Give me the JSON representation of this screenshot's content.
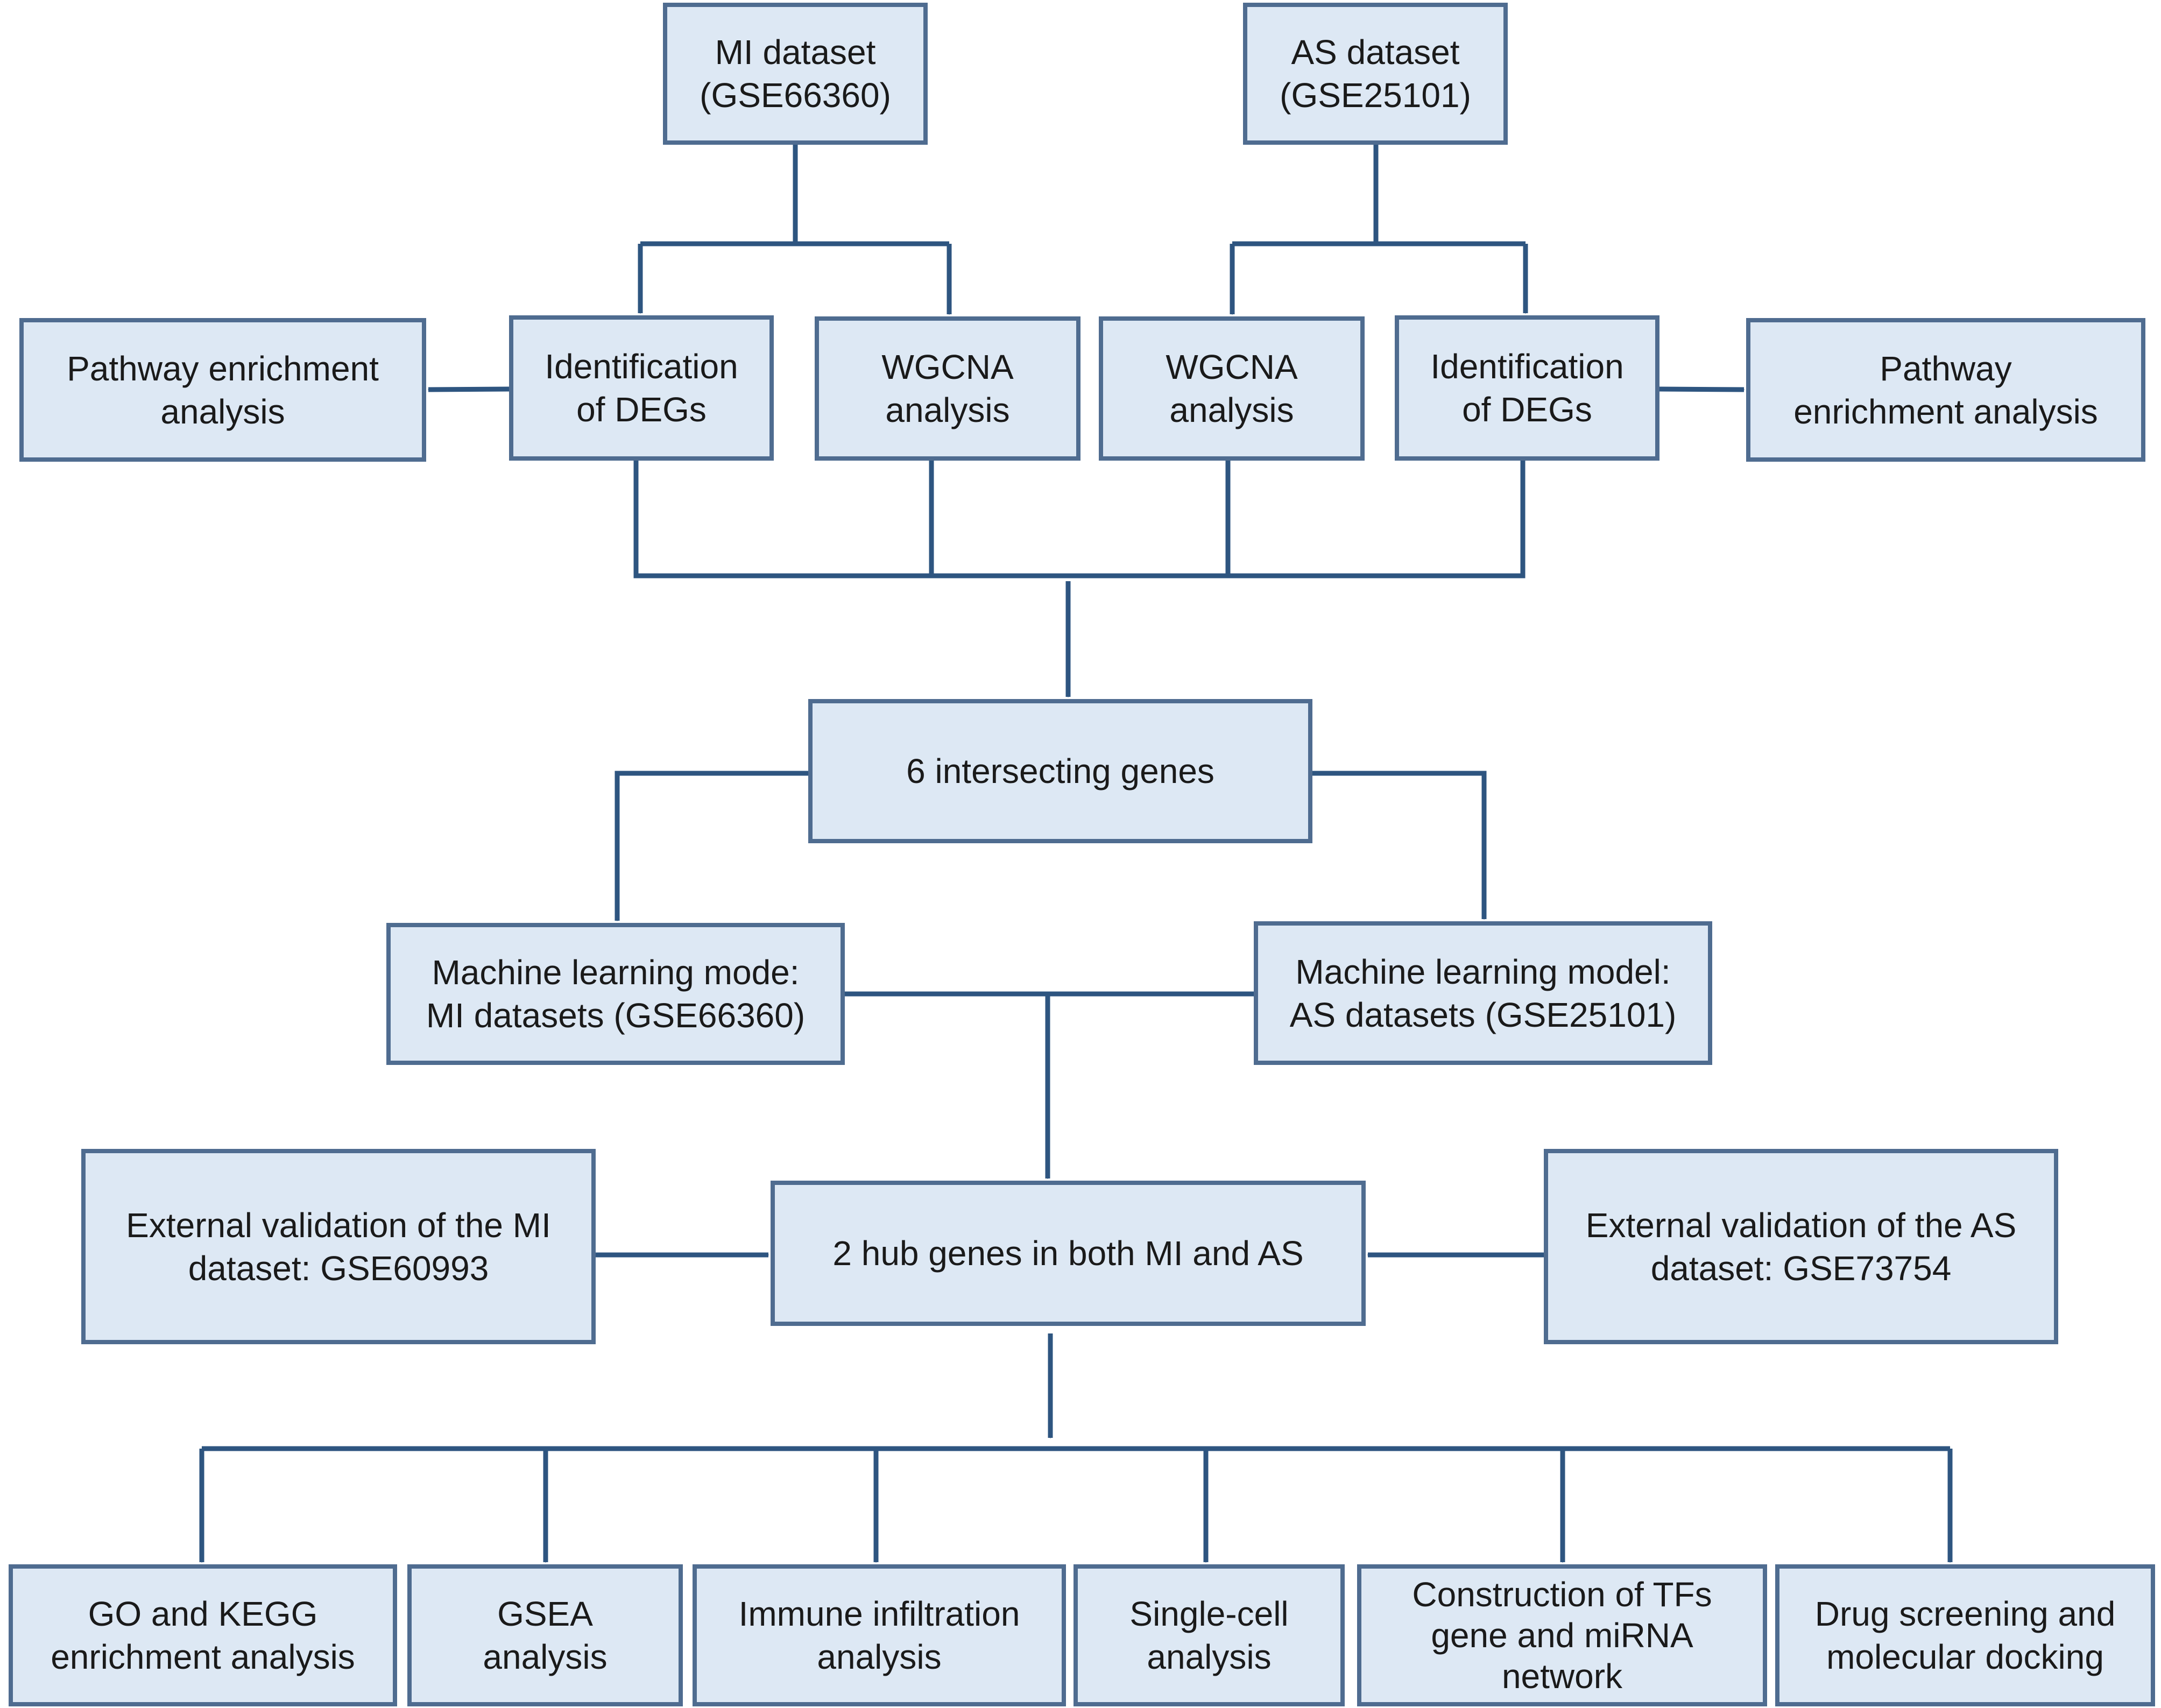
{
  "colors": {
    "box_fill": "#dde8f4",
    "box_border": "#4f6c90",
    "connector": "#2e5580",
    "text": "#1a1a1a"
  },
  "boxes": {
    "mi_dataset": [
      "MI dataset",
      "(GSE66360)"
    ],
    "as_dataset": [
      "AS dataset",
      "(GSE25101)"
    ],
    "pathway_left": [
      "Pathway enrichment",
      "analysis"
    ],
    "degs_left": [
      "Identification",
      "of DEGs"
    ],
    "wgcna_left": [
      "WGCNA",
      "analysis"
    ],
    "wgcna_right": [
      "WGCNA",
      "analysis"
    ],
    "degs_right": [
      "Identification",
      "of DEGs"
    ],
    "pathway_right": [
      "Pathway",
      "enrichment analysis"
    ],
    "intersecting": [
      "6 intersecting genes"
    ],
    "ml_mi": [
      "Machine learning mode:",
      "MI datasets (GSE66360)"
    ],
    "ml_as": [
      "Machine learning model:",
      "AS datasets (GSE25101)"
    ],
    "ext_mi": [
      "External validation of the MI",
      "dataset: GSE60993"
    ],
    "hub": [
      "2 hub genes in both MI and AS"
    ],
    "ext_as": [
      "External validation of the AS",
      "dataset: GSE73754"
    ],
    "go_kegg": [
      "GO and KEGG",
      "enrichment analysis"
    ],
    "gsea": [
      "GSEA",
      "analysis"
    ],
    "immune": [
      "Immune infiltration",
      "analysis"
    ],
    "single_cell": [
      "Single-cell",
      "analysis"
    ],
    "tfs": [
      "Construction of TFs",
      "gene and miRNA",
      "network"
    ],
    "drug": [
      "Drug screening and",
      "molecular docking"
    ]
  }
}
